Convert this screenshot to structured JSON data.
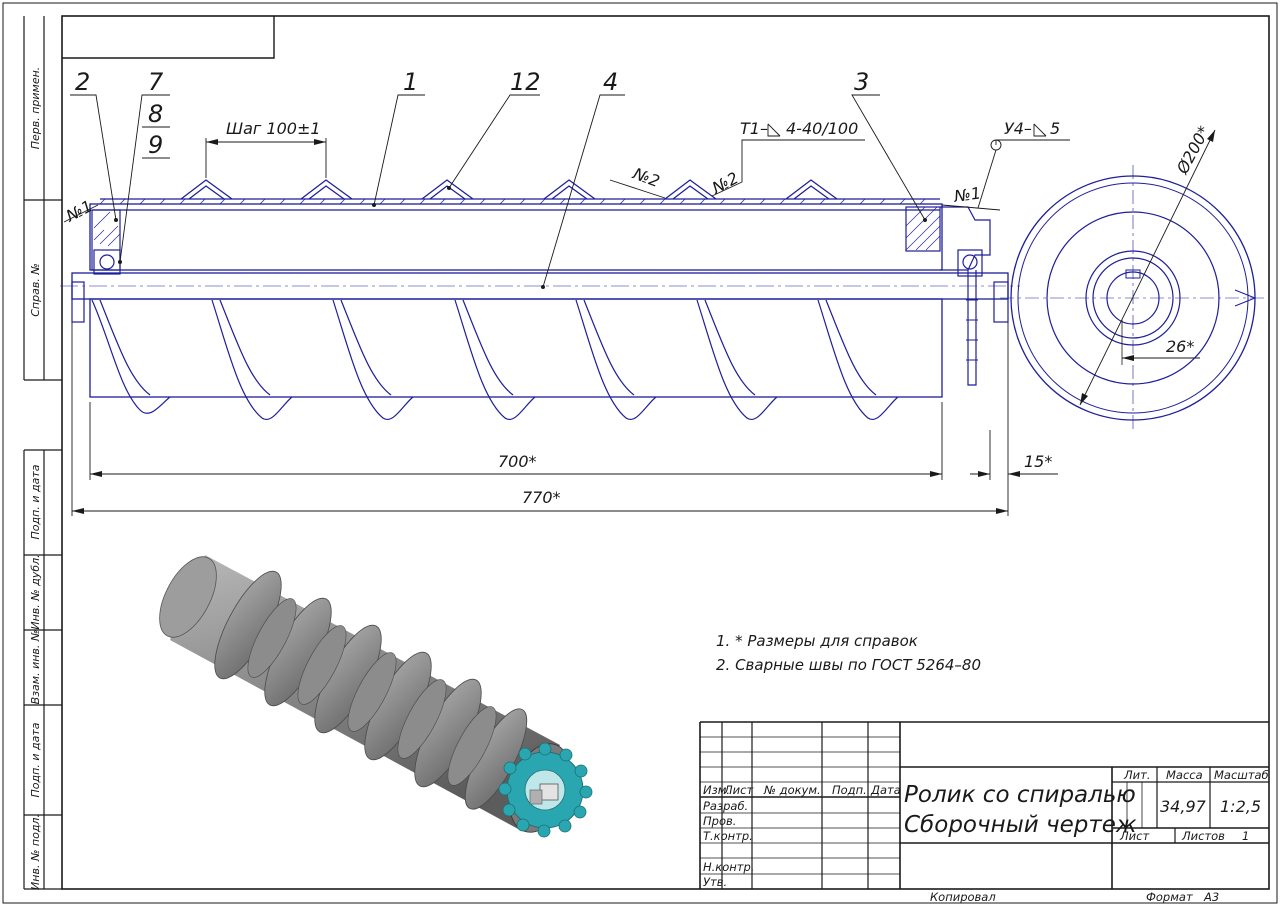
{
  "side_stamp": {
    "perv_primen": "Перв. примен.",
    "sprav_no": "Справ. №",
    "podp_data_1": "Подп. и дата",
    "inv_dubl": "Инв. № дубл.",
    "vzam_inv": "Взам. инв. №",
    "podp_data_2": "Подп. и дата",
    "inv_podl": "Инв. № подл."
  },
  "leaders": {
    "p2": "2",
    "p7": "7",
    "p8": "8",
    "p9": "9",
    "p1": "1",
    "p12": "12",
    "p4": "4",
    "p3": "3"
  },
  "dimensions": {
    "pitch": "Шаг 100±1",
    "weld_t1": "Т1–",
    "weld_t1_spec": "4-40/100",
    "weld_u4": "У4–",
    "weld_u4_spec": "5",
    "seam_n1_left": "№1",
    "seam_n1_right": "№1",
    "seam_n2_a": "№2",
    "seam_n2_b": "№2",
    "len_700": "700*",
    "len_770": "770*",
    "len_15": "15*",
    "dia_200": "Ø200*",
    "key_26": "26*"
  },
  "notes": [
    "1.  * Размеры для справок",
    "2.  Сварные швы по ГОСТ 5264–80"
  ],
  "title_block": {
    "col_izm": "Изм.",
    "col_list": "Лист",
    "col_doc": "№ докум.",
    "col_podp": "Подп.",
    "col_data": "Дата",
    "row_razrab": "Разраб.",
    "row_prov": "Пров.",
    "row_tkontr": "Т.контр.",
    "row_nkontr": "Н.контр.",
    "row_utv": "Утв.",
    "title_line1": "Ролик со спиралью",
    "title_line2": "Сборочный чертеж",
    "lit_label": "Лит.",
    "mass_label": "Масса",
    "scale_label": "Масштаб",
    "mass_value": "34,97",
    "scale_value": "1:2,5",
    "sheet_label": "Лист",
    "sheets_label": "Листов",
    "sheets_value": "1"
  },
  "footer": {
    "copied": "Копировал",
    "format_label": "Формат",
    "format_value": "А3"
  },
  "colors": {
    "line": "#1a1a1a",
    "part": "#1e1e9a",
    "render_gray": "#8a8a8a",
    "sprocket_teal": "#2aa6b0"
  }
}
